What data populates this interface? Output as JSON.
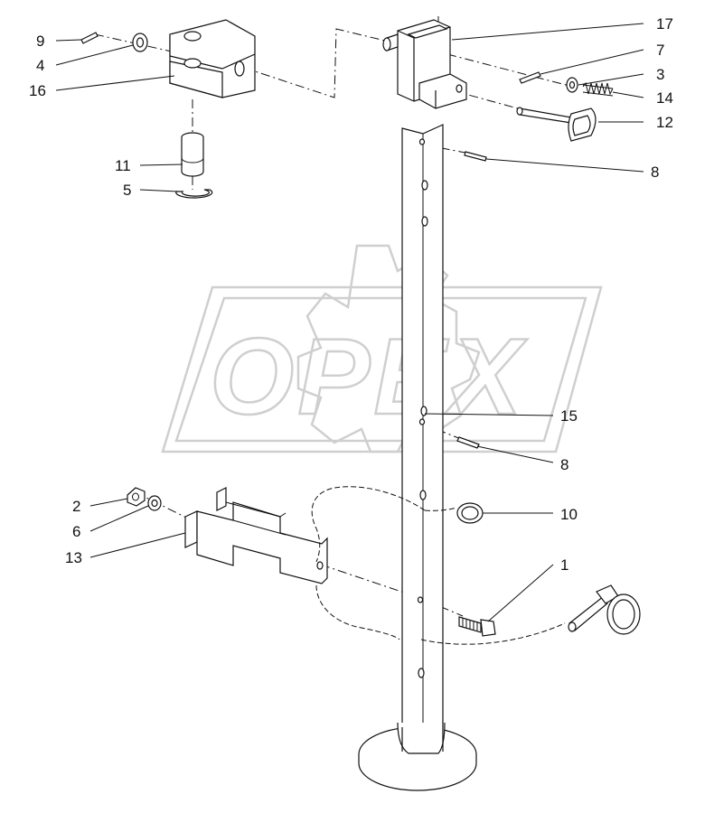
{
  "watermark": {
    "text": "OPEX"
  },
  "callouts": {
    "c1": "1",
    "c2": "2",
    "c3": "3",
    "c4": "4",
    "c5": "5",
    "c6": "6",
    "c7": "7",
    "c8a": "8",
    "c8b": "8",
    "c9": "9",
    "c10": "10",
    "c11": "11",
    "c12": "12",
    "c13": "13",
    "c14": "14",
    "c15": "15",
    "c16": "16",
    "c17": "17"
  }
}
